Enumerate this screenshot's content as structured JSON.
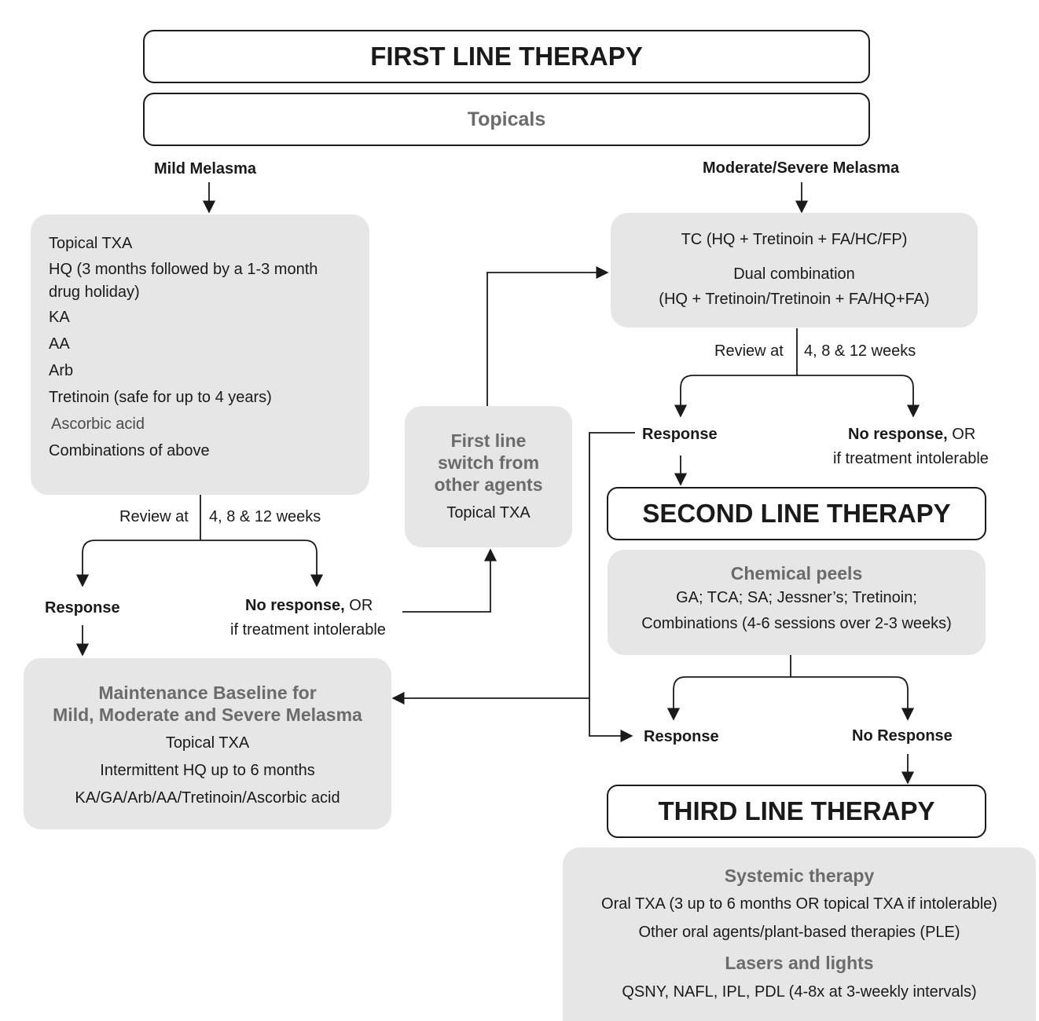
{
  "first_line": {
    "title": "FIRST LINE THERAPY",
    "subtitle": "Topicals"
  },
  "mild": {
    "label": "Mild Melasma",
    "items": [
      "Topical TXA",
      "HQ (3 months followed by a 1-3 month",
      "drug holiday)",
      "KA",
      "AA",
      "Arb",
      "Tretinoin (safe for up to 4 years)",
      "Ascorbic acid",
      "Combinations of above"
    ],
    "review_left": "Review at",
    "review_right": "4, 8 & 12 weeks",
    "response": "Response",
    "no_response": "No response,",
    "no_response_or": " OR",
    "intolerable": "if treatment intolerable"
  },
  "switch": {
    "title_1": "First line",
    "title_2": "switch from",
    "title_3": "other agents",
    "item": "Topical TXA"
  },
  "moderate": {
    "label": "Moderate/Severe Melasma",
    "line1": "TC (HQ + Tretinoin + FA/HC/FP)",
    "line2": "Dual combination",
    "line3": "(HQ + Tretinoin/Tretinoin + FA/HQ+FA)",
    "review_left": "Review at",
    "review_right": "4, 8 & 12 weeks",
    "response": "Response",
    "no_response": "No response,",
    "no_response_or": " OR",
    "intolerable": "if treatment intolerable"
  },
  "maintenance": {
    "title_1": "Maintenance Baseline for",
    "title_2": "Mild, Moderate and Severe Melasma",
    "line1": "Topical TXA",
    "line2": "Intermittent HQ up to 6 months",
    "line3": "KA/GA/Arb/AA/Tretinoin/Ascorbic acid"
  },
  "second_line": {
    "title": "SECOND LINE THERAPY",
    "peels_title": "Chemical peels",
    "peels_line1": "GA; TCA; SA; Jessner’s; Tretinoin;",
    "peels_line2": "Combinations (4-6 sessions over 2-3 weeks)",
    "response": "Response",
    "no_response": "No Response"
  },
  "third_line": {
    "title": "THIRD LINE THERAPY",
    "systemic_title": "Systemic therapy",
    "systemic_line1": "Oral TXA (3 up to 6 months OR topical TXA if intolerable)",
    "systemic_line2": "Other oral agents/plant-based therapies (PLE)",
    "lasers_title": "Lasers and lights",
    "lasers_line1": "QSNY, NAFL, IPL, PDL (4-8x at 3-weekly intervals)"
  },
  "colors": {
    "box_fill": "#e6e6e7",
    "heading_grey": "#6b6b6b",
    "line": "#1a1a1a"
  }
}
